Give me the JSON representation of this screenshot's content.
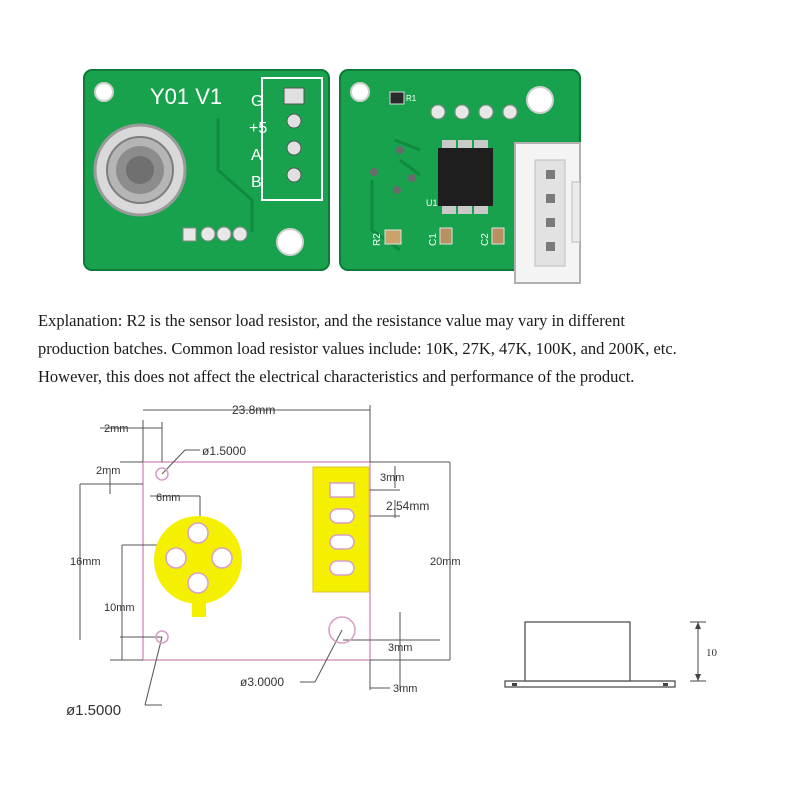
{
  "board_front": {
    "title": "Y01 V1",
    "pins": [
      "G",
      "+5",
      "A",
      "B"
    ]
  },
  "board_back": {
    "labels": {
      "r1": "R1",
      "r2": "R2",
      "c1": "C1",
      "c2": "C2",
      "u1": "U1"
    }
  },
  "explanation": [
    "Explanation: R2 is the sensor load resistor, and the resistance value may vary in different",
    "production batches. Common load resistor values include: 10K, 27K, 47K, 100K, and 200K, etc.",
    "However, this does not affect the electrical characteristics and performance of the product."
  ],
  "drawing": {
    "width": "23.8mm",
    "hole_offset_x": "2mm",
    "hole_offset_y": "2mm",
    "hole_diameter_top": "ø1.5000",
    "sensor_offset": "6mm",
    "height_left": "16mm",
    "sensor_to_bottom": "10mm",
    "hole_diameter_bottom": "ø1.5000",
    "big_hole_diameter": "ø3.0000",
    "pin_offset": "3mm",
    "pin_pitch": "2.54mm",
    "height_right": "20mm",
    "big_hole_offset_y": "3mm",
    "big_hole_offset_x": "3mm"
  },
  "side_view": {
    "height": "10"
  },
  "colors": {
    "pcb_green": "#17a14e",
    "highlight_yellow": "#f5f000",
    "outline_pink": "#d8a0c8"
  }
}
